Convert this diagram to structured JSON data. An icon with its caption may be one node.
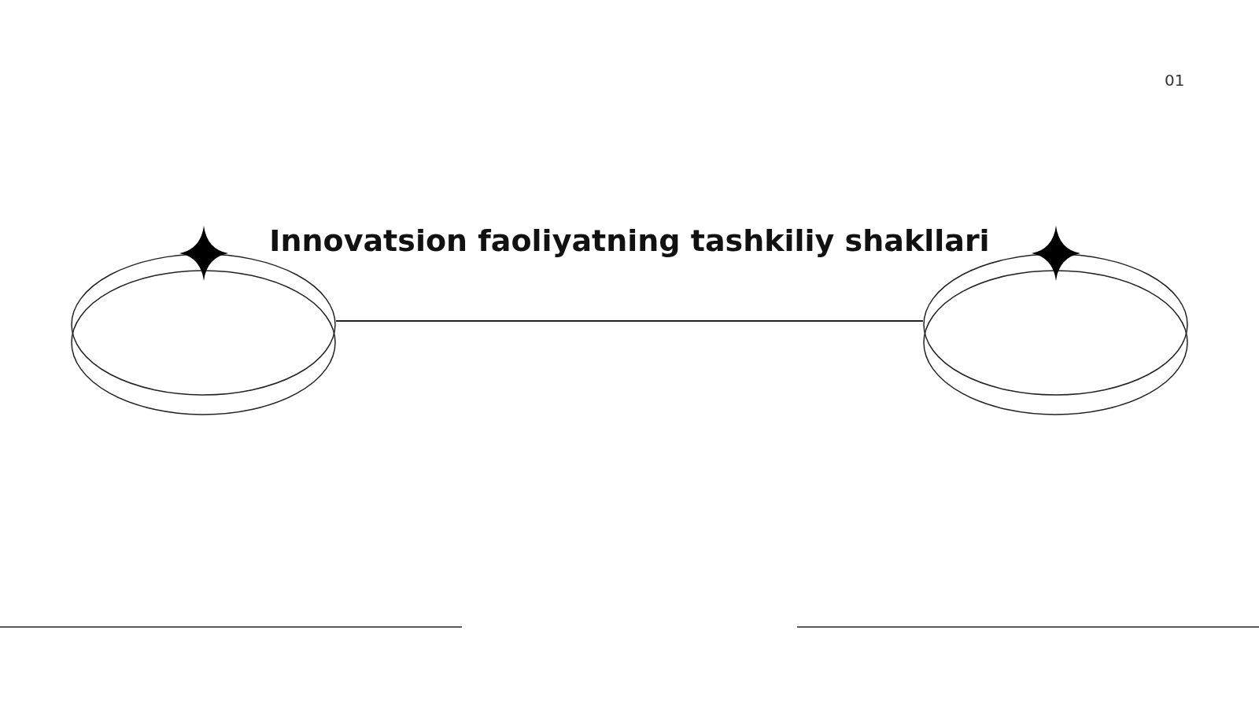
{
  "diagram": {
    "title": "Innovatsion faoliyatning tashkiliy shakllari",
    "nodes": [
      {
        "text": [],
        "shape": "ellipse"
      },
      {
        "text": [],
        "shape": "ellipse"
      }
    ],
    "edges": [
      {
        "from": 0,
        "to": 1,
        "arrow": "none"
      }
    ],
    "labels": [
      "01"
    ]
  }
}
